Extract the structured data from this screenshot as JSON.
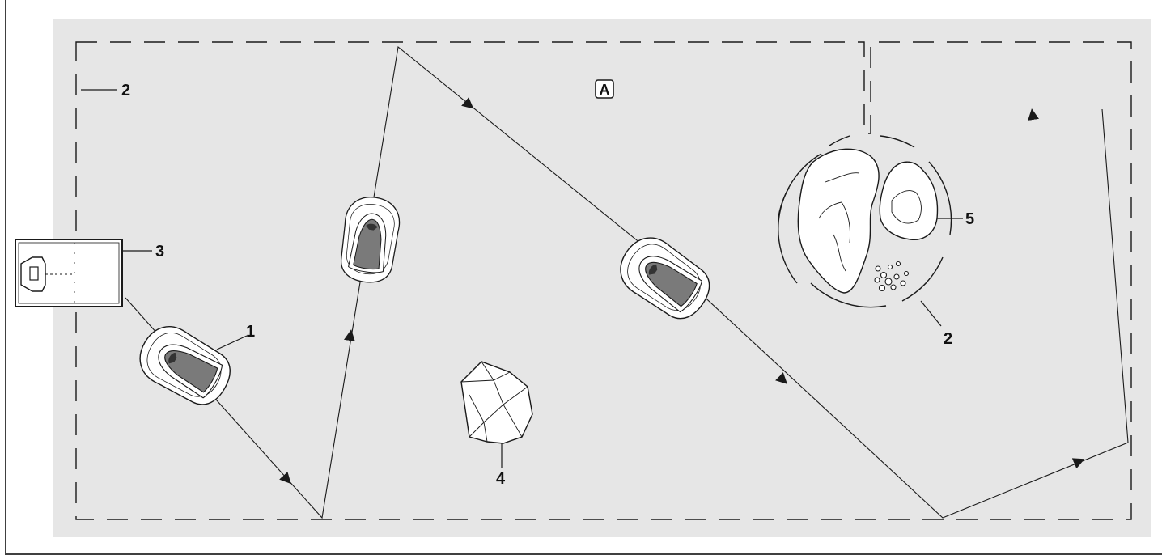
{
  "figure": {
    "area_tag": "A",
    "callouts": {
      "mower": "1",
      "boundary_wire_top_left": "2",
      "docking_station": "3",
      "rock": "4",
      "flowerbed": "5",
      "boundary_wire_island": "2"
    }
  },
  "colors": {
    "lawn": "#e6e6e6",
    "line": "#1a1a1a",
    "mower_body": "#ffffff",
    "mower_window": "#7a7a7a",
    "frame": "#000000"
  }
}
